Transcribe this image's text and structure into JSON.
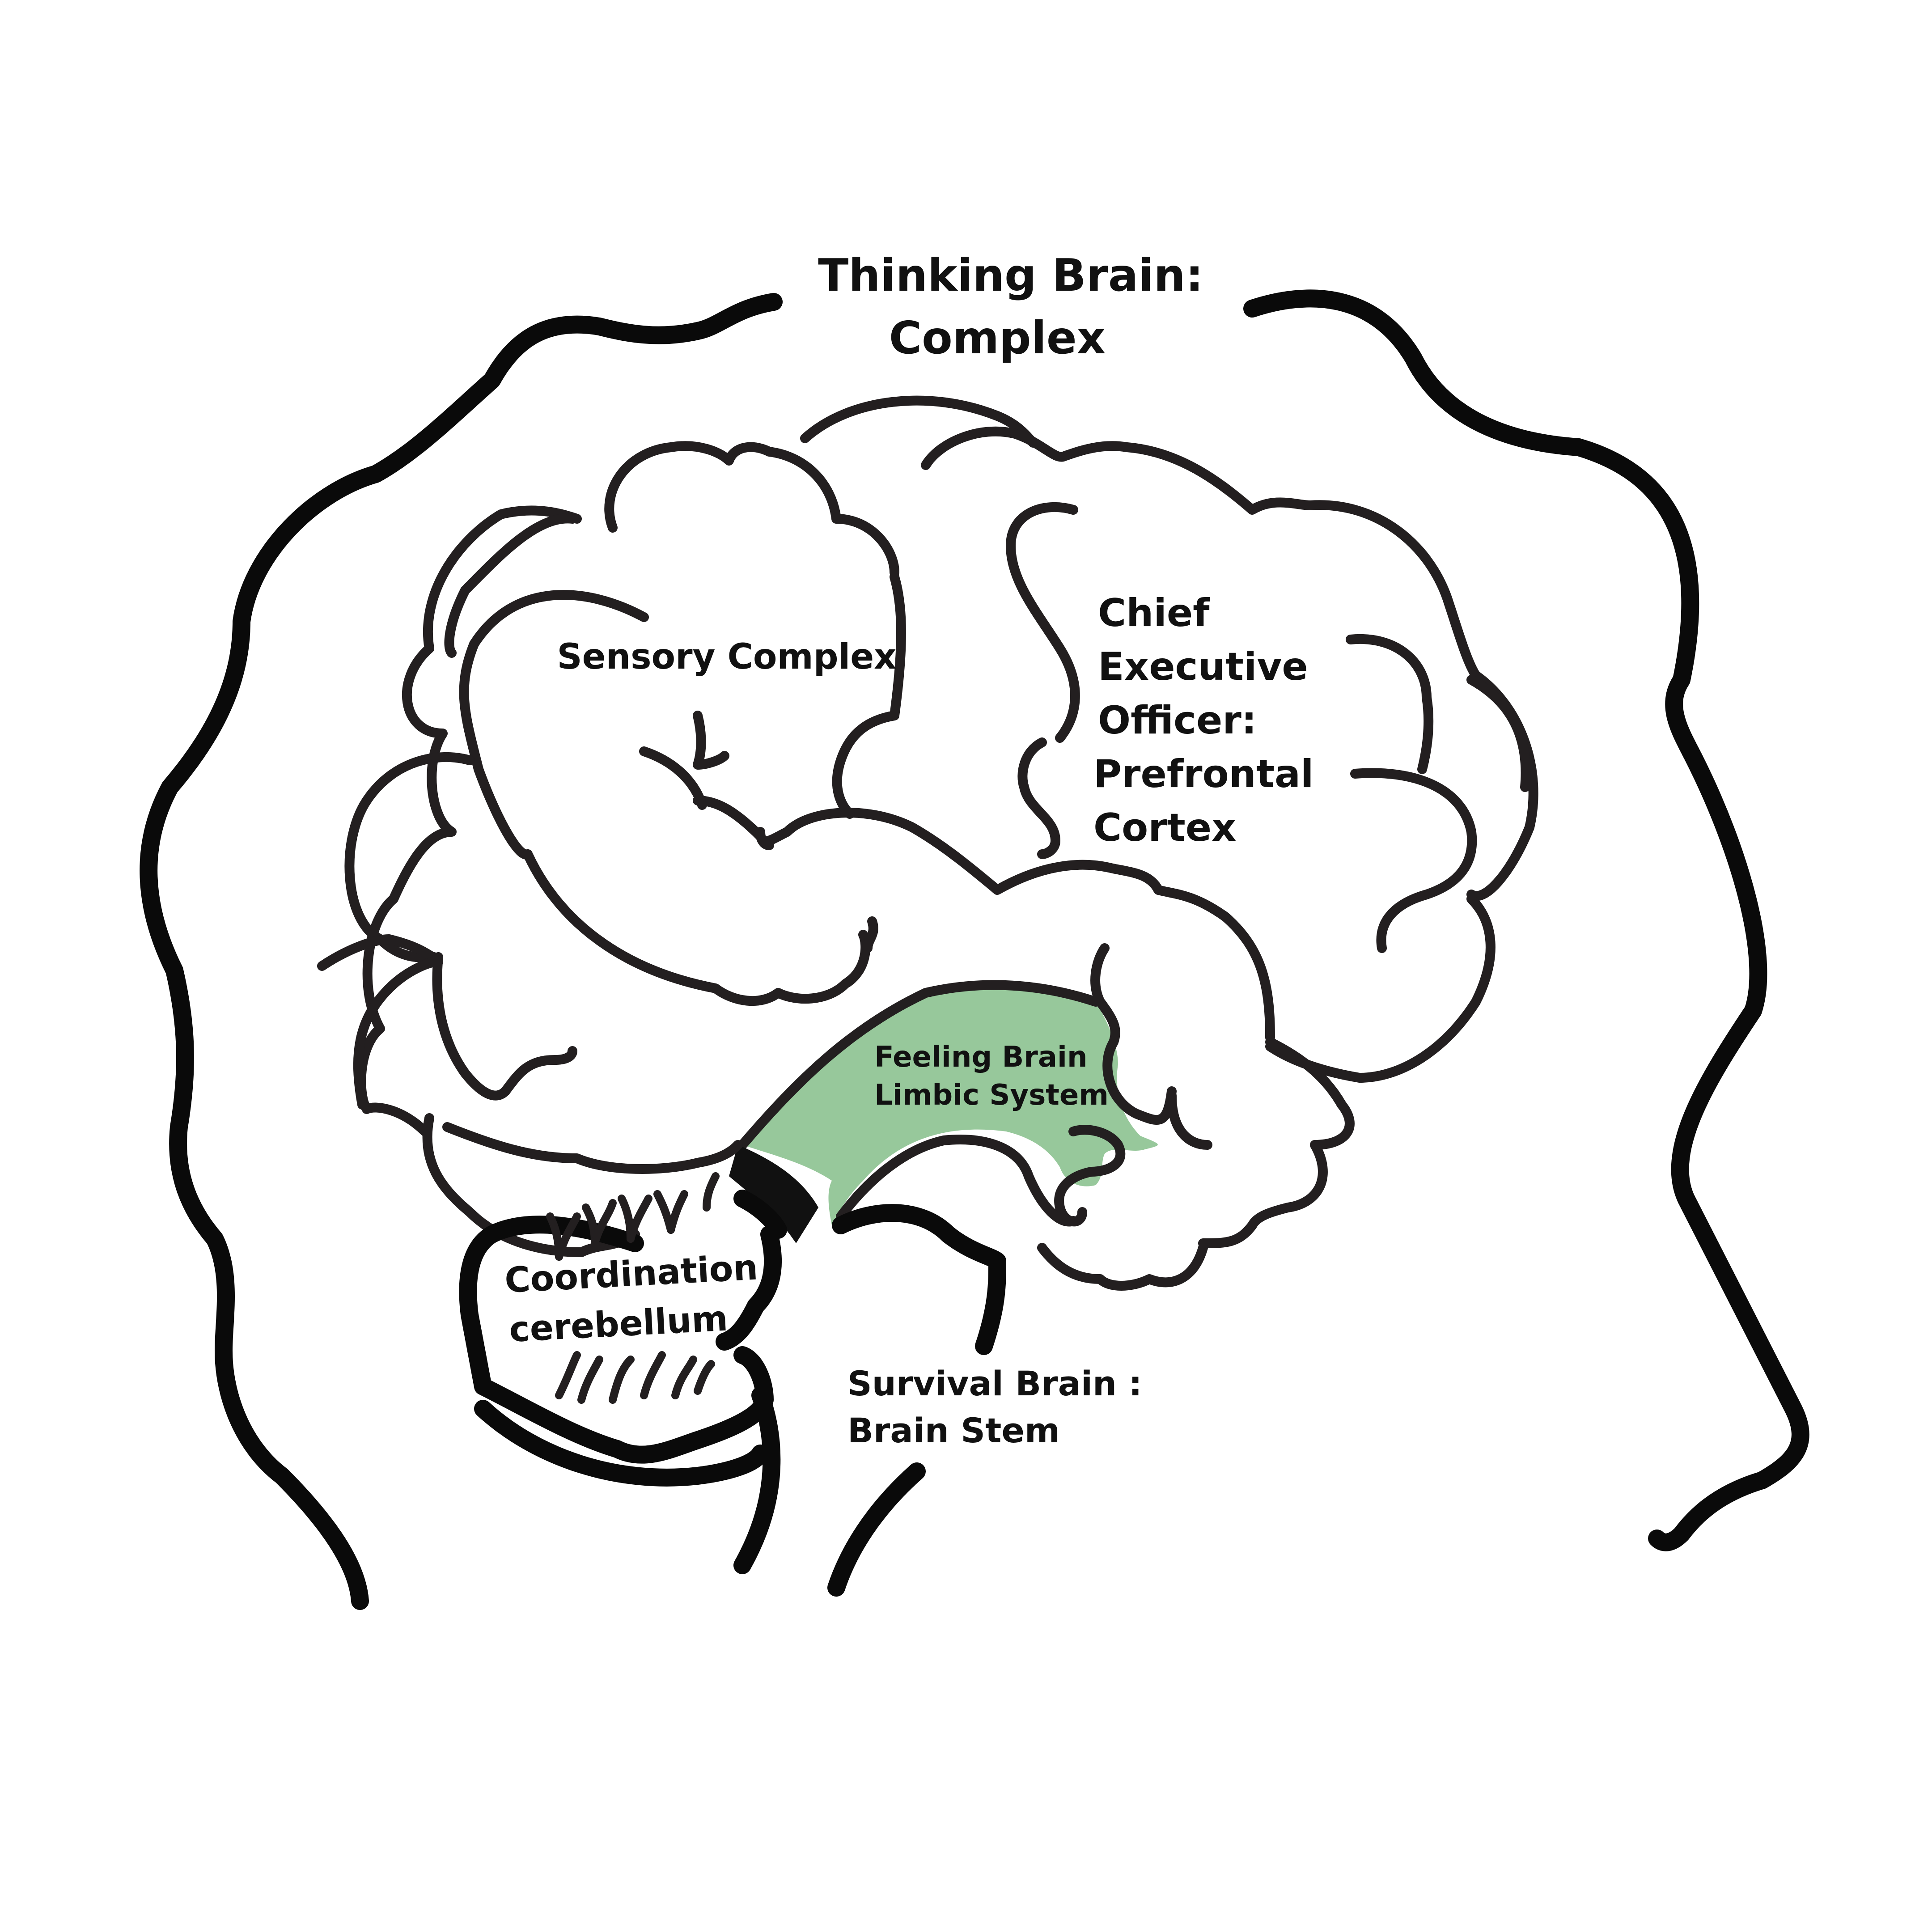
{
  "labels": {
    "thinking_line1": "Thinking Brain:",
    "thinking_line2": "Complex",
    "sensory": "Sensory Complex",
    "ceo_line1": "Chief",
    "ceo_line2": "Executive",
    "ceo_line3": "Officer:",
    "ceo_line4": "Prefrontal",
    "ceo_line5": "Cortex",
    "feeling_line1": "Feeling Brain",
    "feeling_line2": "Limbic System",
    "coordination_line1": "Coordination",
    "coordination_line2": "cerebellum",
    "survival_line1": "Survival Brain :",
    "survival_line2": "Brain Stem"
  },
  "colors": {
    "limbic_fill": "#97c89b",
    "outline": "#231f20",
    "head_outline": "#0a0a0a",
    "background": "#ffffff"
  }
}
